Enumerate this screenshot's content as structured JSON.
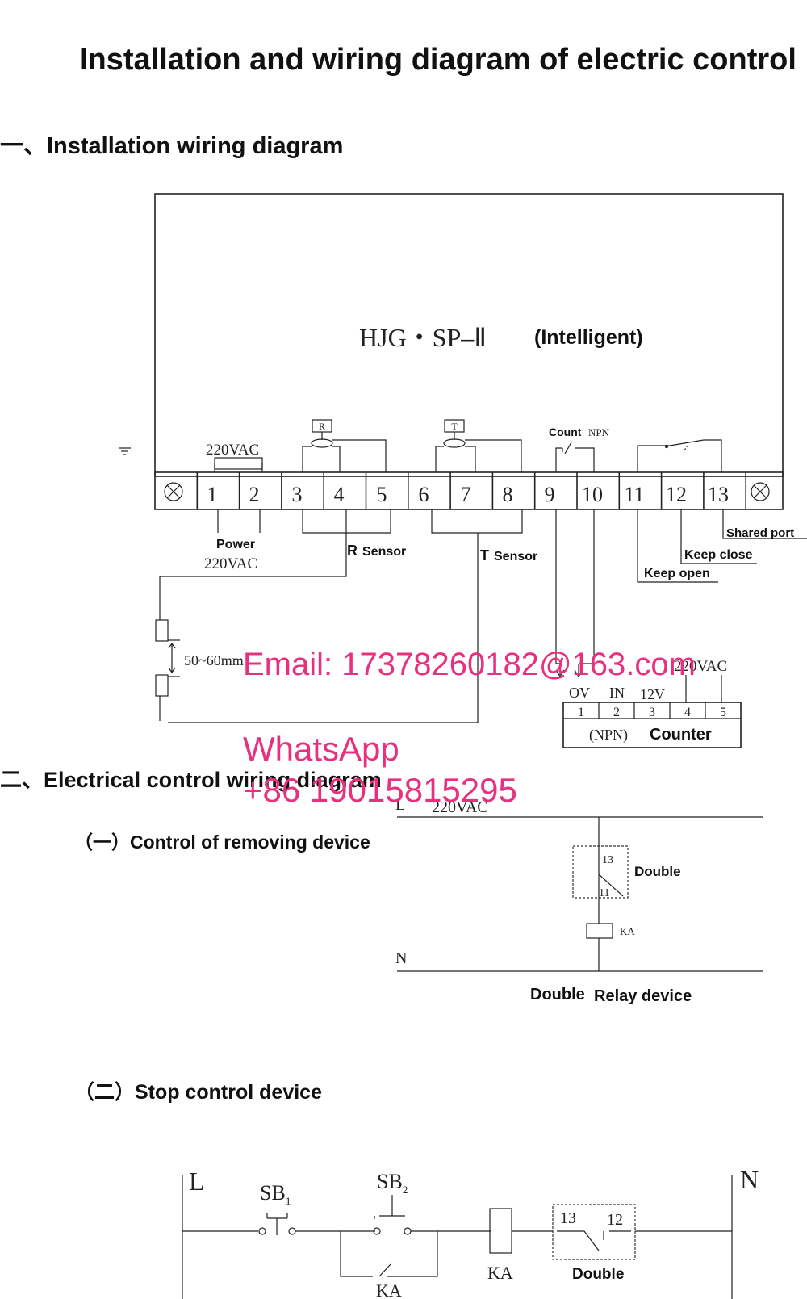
{
  "title": "Installation and wiring diagram of electric control",
  "section1": {
    "heading": "一、Installation wiring diagram",
    "device_model": "HJG・SP–Ⅱ",
    "device_suffix": "(Intelligent)",
    "terminal_numbers": [
      "1",
      "2",
      "3",
      "4",
      "5",
      "6",
      "7",
      "8",
      "9",
      "10",
      "11",
      "12",
      "13"
    ],
    "supply_label_top": "220VAC",
    "r_box": "R",
    "t_box": "T",
    "count_label": "Count",
    "npn_label": "NPN",
    "power_label": "Power",
    "power_voltage": "220VAC",
    "r_sensor_letter": "R",
    "t_sensor_letter": "T",
    "sensor_word": "Sensor",
    "shared_port": "Shared port",
    "keep_close": "Keep close",
    "keep_open": "Keep open",
    "distance": "50~60mm",
    "counter": {
      "supply": "220VAC",
      "terminal_labels": [
        "OV",
        "IN",
        "12V"
      ],
      "terminals": [
        "1",
        "2",
        "3",
        "4",
        "5"
      ],
      "type": "(NPN)",
      "name": "Counter"
    }
  },
  "section2": {
    "heading": "二、Electrical control wiring diagram",
    "sub1": {
      "heading": "（一）Control of removing device",
      "line_l": "L",
      "supply": "220VAC",
      "line_n": "N",
      "contact_13": "13",
      "contact_11": "11",
      "double": "Double",
      "ka": "KA",
      "caption_a": "Double",
      "caption_b": "Relay device"
    },
    "sub2": {
      "heading": "（二）Stop control device",
      "line_l": "L",
      "line_n": "N",
      "sb1": "SB",
      "sb1_sub": "1",
      "sb2": "SB",
      "sb2_sub": "2",
      "ka_coil": "KA",
      "ka_contact": "KA",
      "contact_13": "13",
      "contact_12": "12",
      "double": "Double"
    }
  },
  "watermark": {
    "email": "Email: 17378260182@163.com",
    "whatsapp": "WhatsApp",
    "phone": "+86 19015815295"
  },
  "colors": {
    "line": "#222222",
    "watermark": "#e8307e"
  }
}
